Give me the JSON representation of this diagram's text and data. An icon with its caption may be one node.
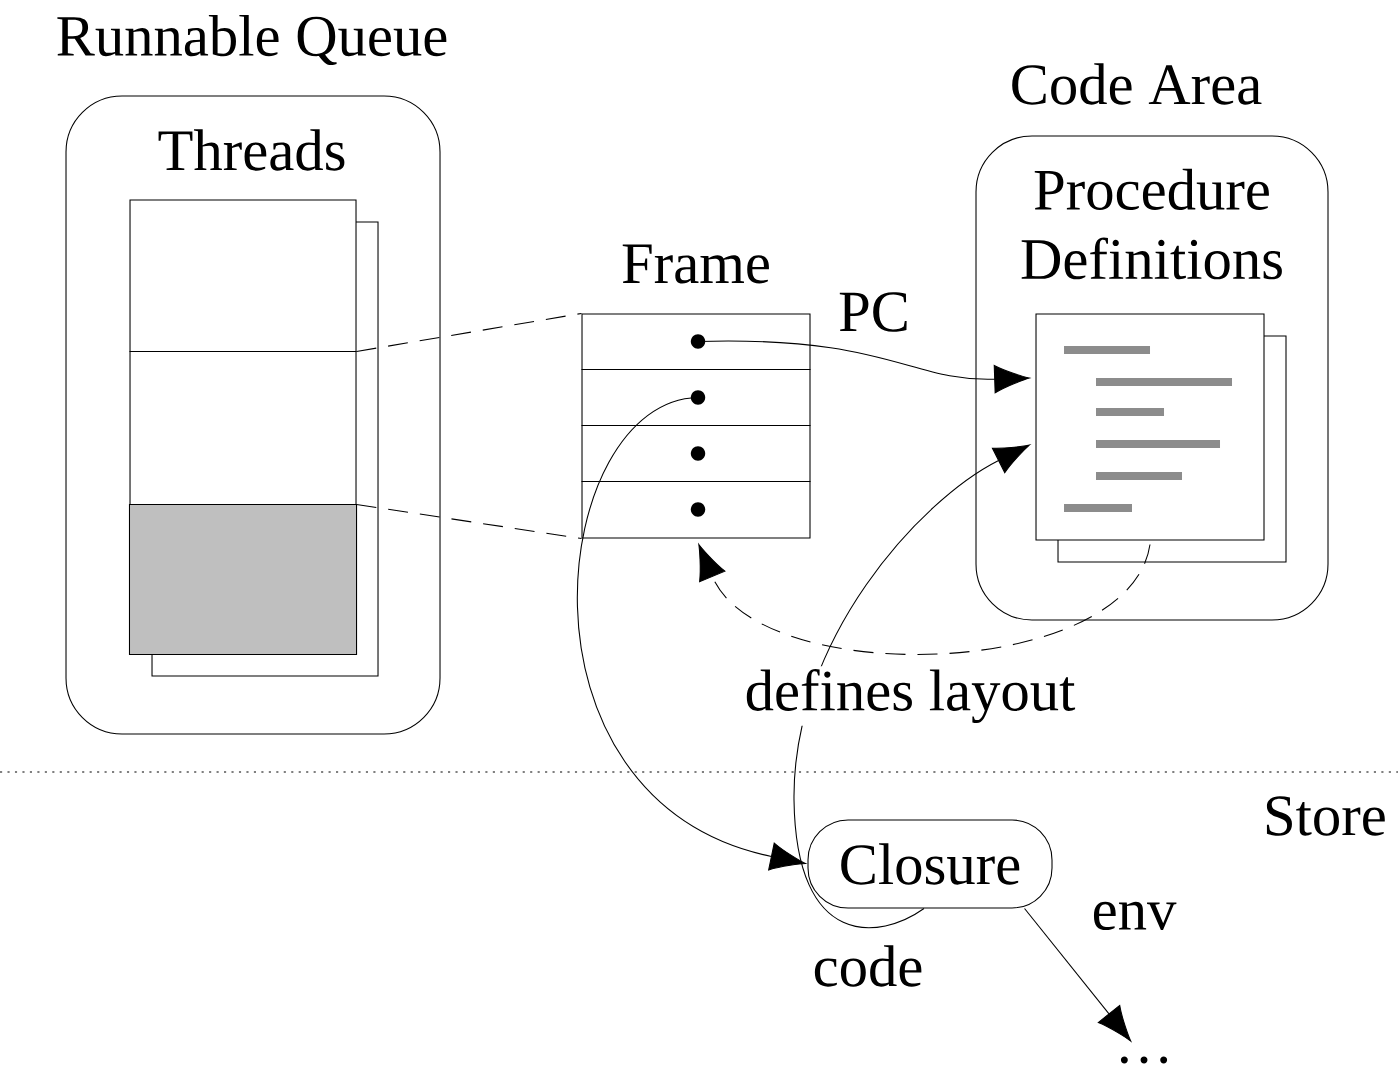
{
  "diagram": {
    "nodes": [
      {
        "text": [
          "Runnable Queue",
          "Threads"
        ]
      },
      {
        "text": [],
        "shape": "box",
        "in": 0
      },
      {
        "text": [
          "Frame"
        ]
      },
      {
        "text": [
          "Code Area",
          "Procedure Definitions"
        ]
      },
      {
        "text": [],
        "shape": "box",
        "in": 3
      },
      {
        "text": [
          "Closure"
        ]
      },
      {
        "text": [
          "…"
        ]
      }
    ],
    "edges": [
      {
        "from": 1,
        "to": 2,
        "arrow": "none",
        "style": "dashed"
      },
      {
        "from": 1,
        "to": 2,
        "arrow": "none",
        "style": "dashed"
      },
      {
        "from": 2,
        "to": 4,
        "arrow": "to",
        "label": "PC"
      },
      {
        "from": 2,
        "to": 5,
        "arrow": "to"
      },
      {
        "from": 4,
        "to": 2,
        "arrow": "to",
        "style": "dashed",
        "label": "defines layout"
      },
      {
        "from": 5,
        "to": 4,
        "arrow": "to",
        "label": "code"
      },
      {
        "from": 5,
        "to": 6,
        "arrow": "to",
        "label": "env"
      }
    ],
    "labels": [
      "Store"
    ]
  }
}
